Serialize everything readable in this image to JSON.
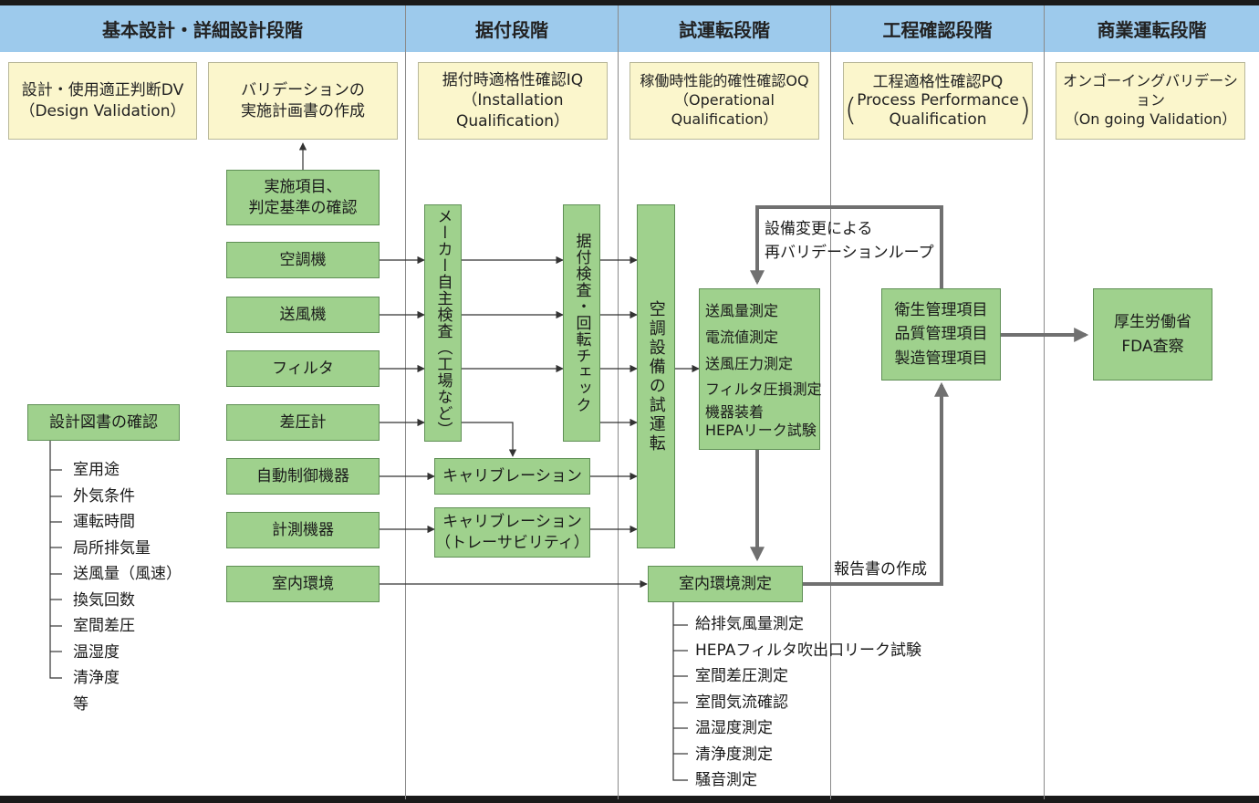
{
  "headers": [
    "基本設計・詳細設計段階",
    "据付段階",
    "試運転段階",
    "工程確認段階",
    "商業運転段階"
  ],
  "phase_boxes": {
    "dv": {
      "line1": "設計・使用適正判断DV",
      "line2": "（Design Validation）"
    },
    "plan": {
      "line1": "バリデーションの",
      "line2": "実施計画書の作成"
    },
    "iq": {
      "line1": "据付時適格性確認IQ",
      "line2": "（Installation Qualification）"
    },
    "oq": {
      "line1": "稼働時性能的確性確認OQ",
      "line2": "（Operational Qualification）"
    },
    "pq": {
      "line1": "工程適格性確認PQ",
      "line2": "Process Performance",
      "line3": "Qualification"
    },
    "ongoing": {
      "line1": "オンゴーイングバリデーション",
      "line2": "（On going Validation）"
    }
  },
  "design": {
    "items_check": {
      "line1": "実施項目、",
      "line2": "判定基準の確認"
    },
    "equipment": [
      "空調機",
      "送風機",
      "フィルタ",
      "差圧計",
      "自動制御機器",
      "計測機器",
      "室内環境"
    ],
    "drawing_check": "設計図書の確認",
    "drawing_list": [
      "室用途",
      "外気条件",
      "運転時間",
      "局所排気量",
      "送風量（風速）",
      "換気回数",
      "室間差圧",
      "温湿度",
      "清浄度",
      "等"
    ]
  },
  "install": {
    "maker_inspection": "メーカー自主検査（工場など）",
    "install_inspection": "据付検査・回転チェック",
    "calibration1": "キャリブレーション",
    "calibration2_line1": "キャリブレーション",
    "calibration2_line2": "（トレーサビリティ）"
  },
  "test": {
    "trial_run": "空調設備の試運転",
    "measurements": [
      "送風量測定",
      "電流値測定",
      "送風圧力測定",
      "フィルタ圧損測定",
      "機器装着",
      "HEPAリーク試験"
    ],
    "room_measure": "室内環境測定",
    "room_list": [
      "給排気風量測定",
      "HEPAフィルタ吹出口リーク試験",
      "室間差圧測定",
      "室間気流確認",
      "温湿度測定",
      "清浄度測定",
      "騒音測定"
    ]
  },
  "process": {
    "mgmt": [
      "衛生管理項目",
      "品質管理項目",
      "製造管理項目"
    ],
    "loop_label_line1": "設備変更による",
    "loop_label_line2": "再バリデーションループ",
    "report_label": "報告書の作成"
  },
  "commercial": {
    "authority_line1": "厚生労働省",
    "authority_line2": "FDA査察"
  },
  "colors": {
    "header_bg": "#9dcaec",
    "phase_box_bg": "#fbf6cc",
    "green_box_bg": "#9fd18d",
    "line": "#333333",
    "thick_line": "#707070"
  }
}
